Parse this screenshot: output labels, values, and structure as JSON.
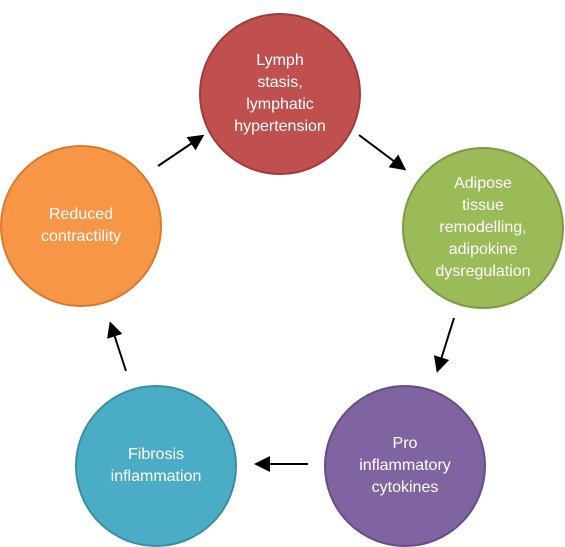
{
  "diagram": {
    "nodes": [
      {
        "id": "lymph_stasis",
        "label": "Lymph\nstasis,\nlymphatic\nhypertension",
        "color": "#c0504d",
        "border": "#9f3b39"
      },
      {
        "id": "adipose",
        "label": "Adipose\ntissue\nremodelling,\nadipokine\ndysregulation",
        "color": "#9bbb59",
        "border": "#7d9a43"
      },
      {
        "id": "pro_inflammatory",
        "label": "Pro\ninflammatory\ncytokines",
        "color": "#8064a2",
        "border": "#664e84"
      },
      {
        "id": "fibrosis",
        "label": "Fibrosis\ninflammation",
        "color": "#4bacc6",
        "border": "#3a8ea5"
      },
      {
        "id": "reduced_contractility",
        "label": "Reduced\ncontractility",
        "color": "#f79646",
        "border": "#d97a2d"
      }
    ],
    "edges": [
      {
        "from": "lymph_stasis",
        "to": "adipose"
      },
      {
        "from": "adipose",
        "to": "pro_inflammatory"
      },
      {
        "from": "pro_inflammatory",
        "to": "fibrosis"
      },
      {
        "from": "fibrosis",
        "to": "reduced_contractility"
      },
      {
        "from": "reduced_contractility",
        "to": "lymph_stasis"
      }
    ],
    "arrow_color": "#000000"
  }
}
